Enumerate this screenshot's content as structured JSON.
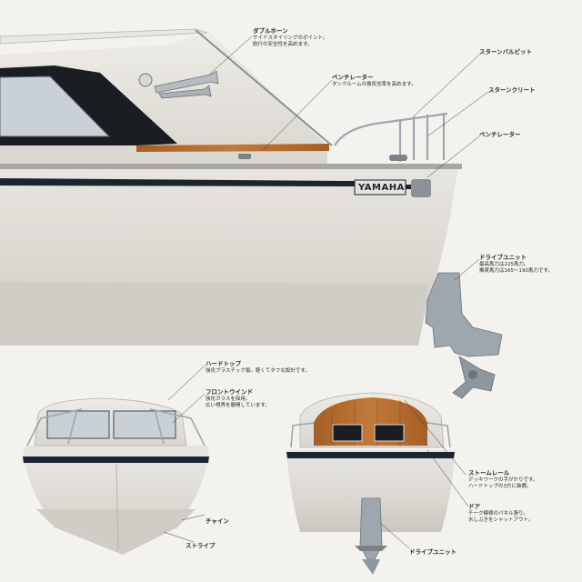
{
  "brand": {
    "hull_logo": "YAMAHA"
  },
  "labels": {
    "double_horn": {
      "title": "ダブルホーン",
      "lines": [
        "サイドスタイリングのポイント。",
        "航行の安全性を高めます。"
      ]
    },
    "ventilator_top": {
      "title": "ベンチレーター",
      "lines": [
        "タンクルームの換気効率を高めます。"
      ]
    },
    "stern_bollard": {
      "title": "スターンバルビット",
      "lines": []
    },
    "stern_cleat": {
      "title": "スターンクリート",
      "lines": []
    },
    "ventilator_side": {
      "title": "ベンチレーター",
      "lines": []
    },
    "drive_unit": {
      "title": "ドライブユニット",
      "lines": [
        "最高馬力は225馬力。",
        "推奨馬力は165～190馬力です。"
      ]
    },
    "hardtop": {
      "title": "ハードトップ",
      "lines": [
        "強化プラスチック製。軽くてタフな設計です。"
      ]
    },
    "front_window": {
      "title": "フロントウインド",
      "lines": [
        "強化ガラスを採用。",
        "広い視界を展開しています。"
      ]
    },
    "storm_rail": {
      "title": "ストームレール",
      "lines": [
        "デッキワークの手がかりです。",
        "ハードトップの3方に装備。"
      ]
    },
    "door": {
      "title": "ドア",
      "lines": [
        "チーク模様のパネル張り。",
        "水しぶきをシャットアウト。"
      ]
    },
    "chine": {
      "title": "チャイン",
      "lines": []
    },
    "stripe": {
      "title": "ストライプ",
      "lines": []
    },
    "drive_unit_rear": {
      "title": "ドライブユニット",
      "lines": []
    }
  },
  "colors": {
    "hull": "#dcdad3",
    "stripe": "#1c2430",
    "window": "#1a1d22",
    "teak": "#b06a2c",
    "metal": "#9ea7ad",
    "background": "#f4f2ee"
  }
}
